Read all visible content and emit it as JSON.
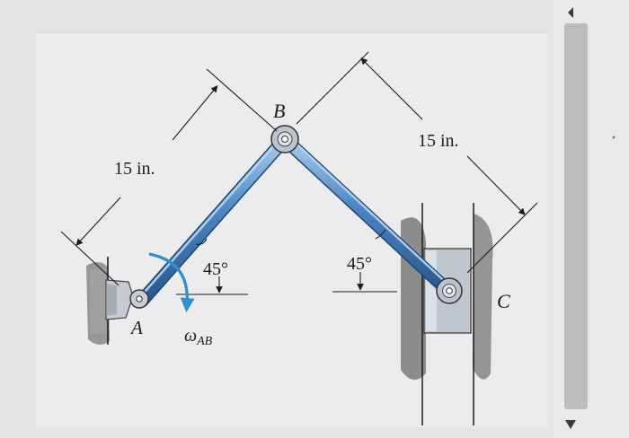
{
  "diagram": {
    "dimension_left": "15 in.",
    "dimension_right": "15 in.",
    "point_a": "A",
    "point_b": "B",
    "point_c": "C",
    "angle_left": "45°",
    "angle_right": "45°",
    "omega_symbol": "ω",
    "omega_subscript": "AB"
  },
  "colors": {
    "link": "#3f79b6",
    "link_highlight": "#a9cdee",
    "pin": "#bcc5cf",
    "slider_block": "#bfc6cd",
    "rotation_arrow": "#2f8fd0",
    "ground_hatch": "#8e8e8e",
    "scrollbar_thumb": "#bdbdbd"
  }
}
